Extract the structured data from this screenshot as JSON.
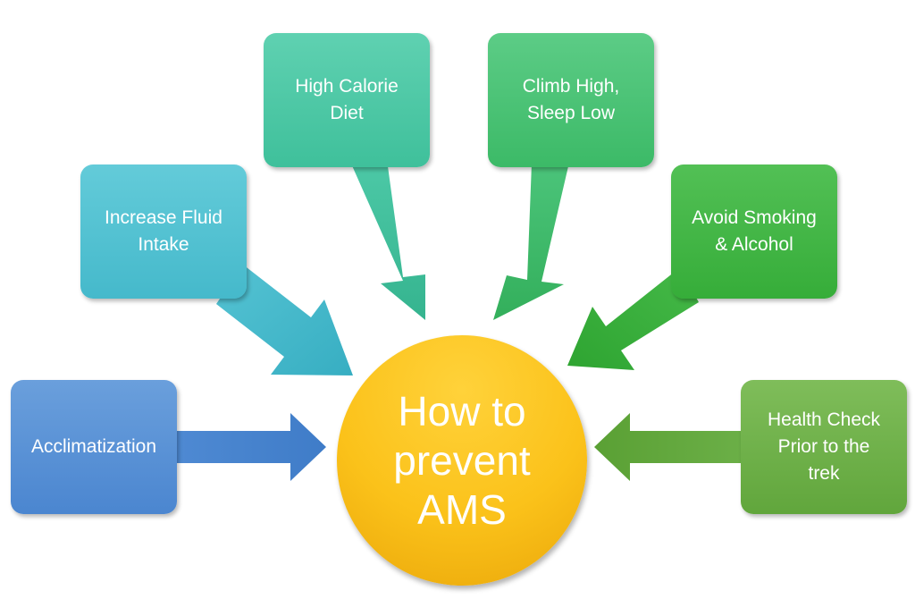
{
  "center": {
    "label": "How to\nprevent\nAMS",
    "color": "#fbc21a"
  },
  "nodes": [
    {
      "id": "acclimatization",
      "label": "Acclimatization",
      "color": "#4b86d0"
    },
    {
      "id": "fluid",
      "label": "Increase Fluid\nIntake",
      "color": "#45b9cb"
    },
    {
      "id": "diet",
      "label": "High Calorie\nDiet",
      "color": "#3fc09b"
    },
    {
      "id": "climb",
      "label": "Climb High,\nSleep Low",
      "color": "#3cba67"
    },
    {
      "id": "smoking",
      "label": "Avoid Smoking\n& Alcohol",
      "color": "#36ad39"
    },
    {
      "id": "health",
      "label": "Health Check\nPrior to the\ntrek",
      "color": "#61a63c"
    }
  ]
}
